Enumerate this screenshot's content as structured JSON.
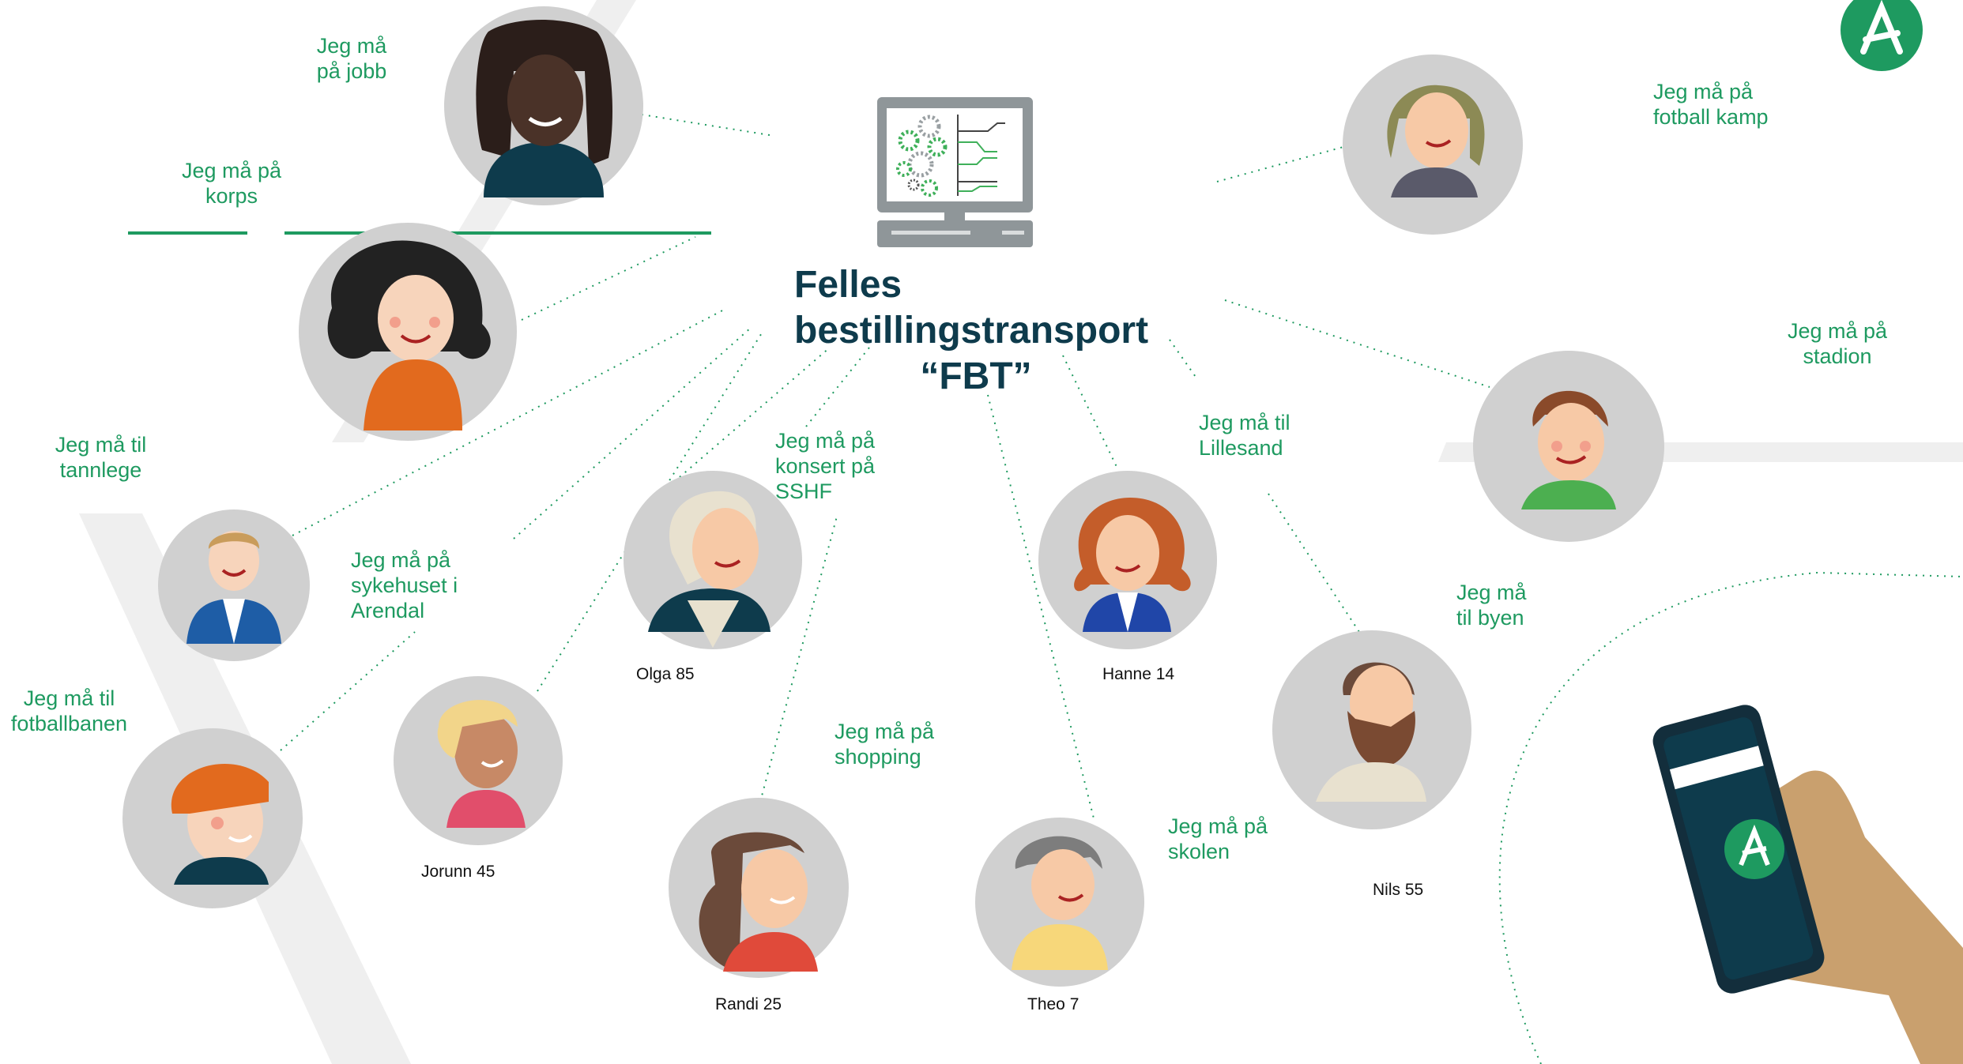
{
  "title": {
    "line1": "Felles",
    "line2": "bestillingstransport",
    "line3": "“FBT”"
  },
  "needs": {
    "jobb": [
      "Jeg må",
      "på jobb"
    ],
    "korps": [
      "Jeg må på",
      "korps"
    ],
    "tannlege": [
      "Jeg må til",
      "tannlege"
    ],
    "sykehuset": [
      "Jeg må på",
      "sykehuset i",
      "Arendal"
    ],
    "fotballbanen": [
      "Jeg må til",
      "fotballbanen"
    ],
    "konsert": [
      "Jeg må på",
      "konsert på",
      "SSHF"
    ],
    "shopping": [
      "Jeg må på",
      "shopping"
    ],
    "lillesand": [
      "Jeg må til",
      "Lillesand"
    ],
    "skolen": [
      "Jeg må på",
      "skolen"
    ],
    "byen": [
      "Jeg må",
      "til byen"
    ],
    "fotballkamp": [
      "Jeg må på",
      "fotball kamp"
    ],
    "stadion": [
      "Jeg må på",
      "stadion"
    ]
  },
  "names": {
    "olga": "Olga 85",
    "hanne": "Hanne 14",
    "jorunn": "Jorunn 45",
    "randi": "Randi 25",
    "theo": "Theo 7",
    "nils": "Nils 55"
  },
  "colors": {
    "brand_green": "#1e9a60",
    "title_navy": "#0e3b4c",
    "avatar_bg": "#d0d0d0"
  }
}
